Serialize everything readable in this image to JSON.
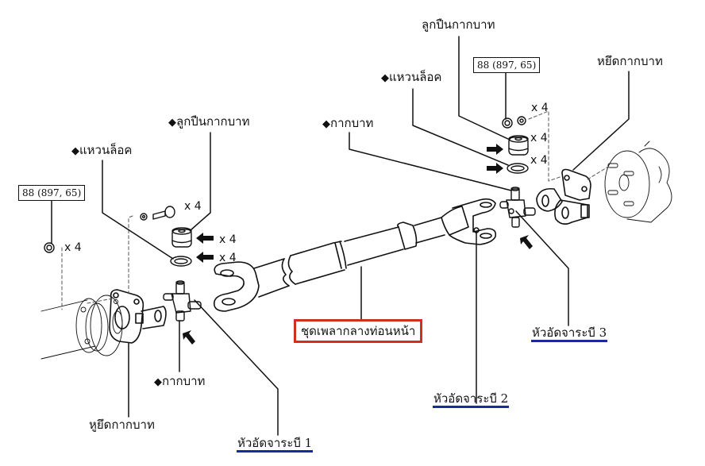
{
  "diagram": {
    "colors": {
      "line": "#111111",
      "link_underline": "#1a2a9a",
      "assembly_box": "#d0311f"
    },
    "labels": {
      "top_right_bearing": "ลูกปืนกากบาท",
      "top_right_lockring": "แหวนล็อค",
      "top_right_spider": "กากบาท",
      "top_right_yoke": "หยึดกากบาท",
      "left_bearing": "ลูกปืนกากบาท",
      "left_lockring": "แหวนล็อค",
      "left_spider": "กากบาท",
      "left_yoke": "หูยึดกากบาท"
    },
    "diamond_marker": "◆",
    "torque_specs": {
      "left": "88 (897, 65)",
      "right": "88 (897, 65)"
    },
    "quantities": {
      "left_nut": "x 4",
      "left_bolt": "x 4",
      "left_bearing": "x 4",
      "left_lockring": "x 4",
      "right_nut": "x 4",
      "right_bearing": "x 4",
      "right_lockring": "x 4"
    },
    "assembly_label": "ชุดเพลากลางท่อนหน้า",
    "links": {
      "joint1": "หัวอัดจาระบี 1",
      "joint2": "หัวอัดจาระบี 2",
      "joint3": "หัวอัดจาระบี 3"
    },
    "icons": [
      "arrow-right-icon",
      "arrow-left-icon",
      "grease-arrow-icon",
      "diamond-icon"
    ]
  }
}
